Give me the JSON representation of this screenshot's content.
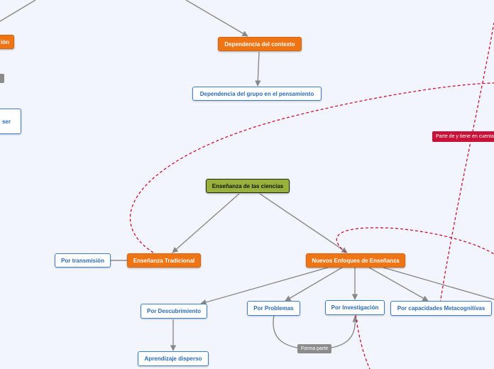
{
  "nodes": {
    "central": "Enseñanza de las ciencias",
    "dependencia_contexto": "Dependencia del contexto",
    "dependencia_grupo": "Dependencia del grupo en el pensamiento",
    "ensenanza_tradicional": "Enseñanza Tradicional",
    "por_transmision": "Por transmisión",
    "nuevos_enfoques": "Nuevos Enfoques de Enseñanza",
    "por_descubrimiento": "Por Descubrimiento",
    "aprendizaje_disperso": "Aprendizaje disperso",
    "por_problemas": "Por Problemas",
    "por_investigacion": "Por Investigación",
    "por_capacidades": "Por capacidades Metacognitivas",
    "partial_left_orange": "ión",
    "partial_left_blue": "ser"
  },
  "relations": {
    "forma_parte": "Forma parte",
    "parte_de": "Parte de y tiene en cuenta"
  },
  "colors": {
    "background": "#f3f5fd",
    "orange_node": "#ee7414",
    "blue_node_border": "#3f7fca",
    "central_node": "#97b13a",
    "connector": "#888888",
    "relation_dashed": "#c8123a"
  }
}
